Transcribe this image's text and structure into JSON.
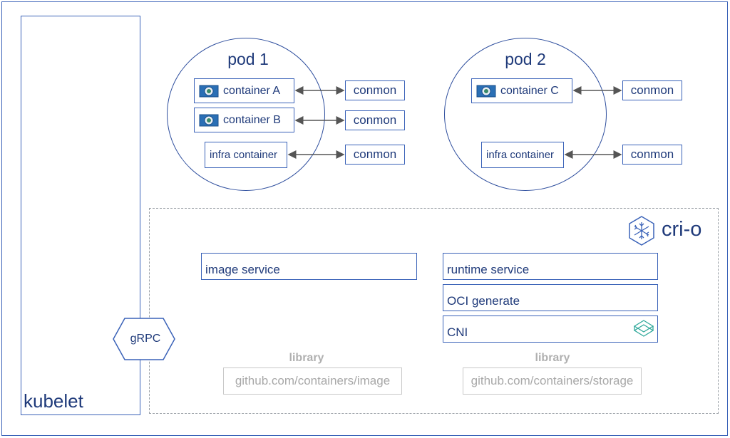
{
  "kubelet": {
    "label": "kubelet"
  },
  "grpc": {
    "label": "gRPC"
  },
  "pod1": {
    "title": "pod 1",
    "containers": [
      "container A",
      "container B"
    ],
    "infra": "infra container",
    "conmon": [
      "conmon",
      "conmon",
      "conmon"
    ]
  },
  "pod2": {
    "title": "pod 2",
    "containers": [
      "container C"
    ],
    "infra": "infra container",
    "conmon": [
      "conmon",
      "conmon"
    ]
  },
  "crio": {
    "logo_text": "cri-o",
    "image_service": "image service",
    "runtime_service": "runtime service",
    "oci_generate": "OCI generate",
    "cni": "CNI",
    "libraries": [
      {
        "title": "library",
        "name": "github.com/containers/image"
      },
      {
        "title": "library",
        "name": "github.com/containers/storage"
      }
    ]
  },
  "colors": {
    "border": "#3a62b8",
    "text": "#1f3a7a",
    "dashed": "#9aa0a6",
    "library": "#a8a8a8"
  }
}
